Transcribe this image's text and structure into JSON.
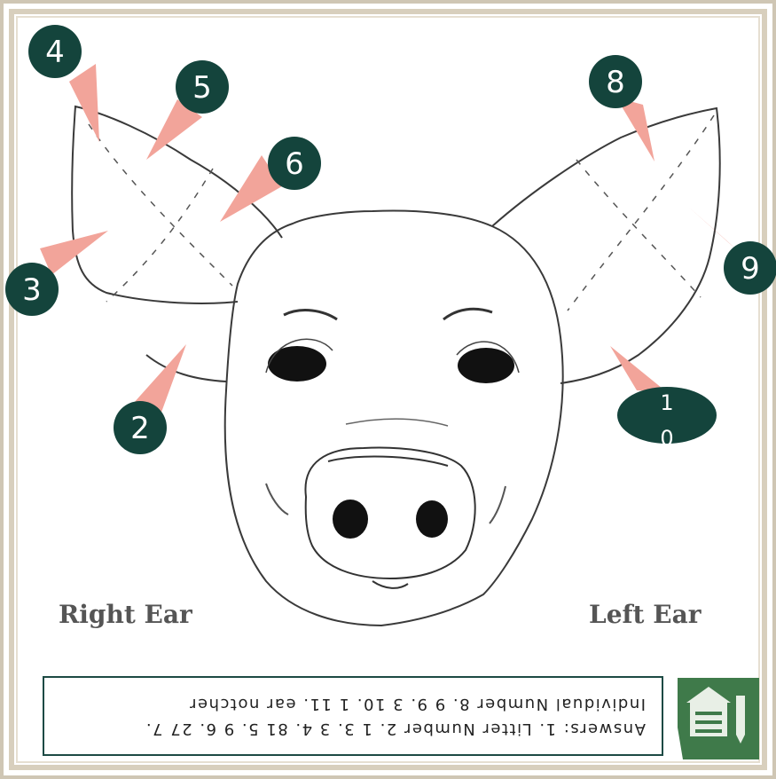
{
  "labels": {
    "n4": "4",
    "n5": "5",
    "n6": "6",
    "n3": "3",
    "n2": "2",
    "n8": "8",
    "n9": "9",
    "n10_line1": "1",
    "n10_line2": "0"
  },
  "ears": {
    "right": "Right Ear",
    "left": "Left Ear"
  },
  "answers": {
    "line1": "Answers: 1. Litter Number 2. 1 3. 3 4. 81 5. 9 6. 27 7.",
    "line2": "Individual Number 8. 9 9. 3 10. 1 11. ear notcher"
  },
  "colors": {
    "badge": "#14443c",
    "arrow": "#f2a49a",
    "line": "#3a3a3a"
  }
}
